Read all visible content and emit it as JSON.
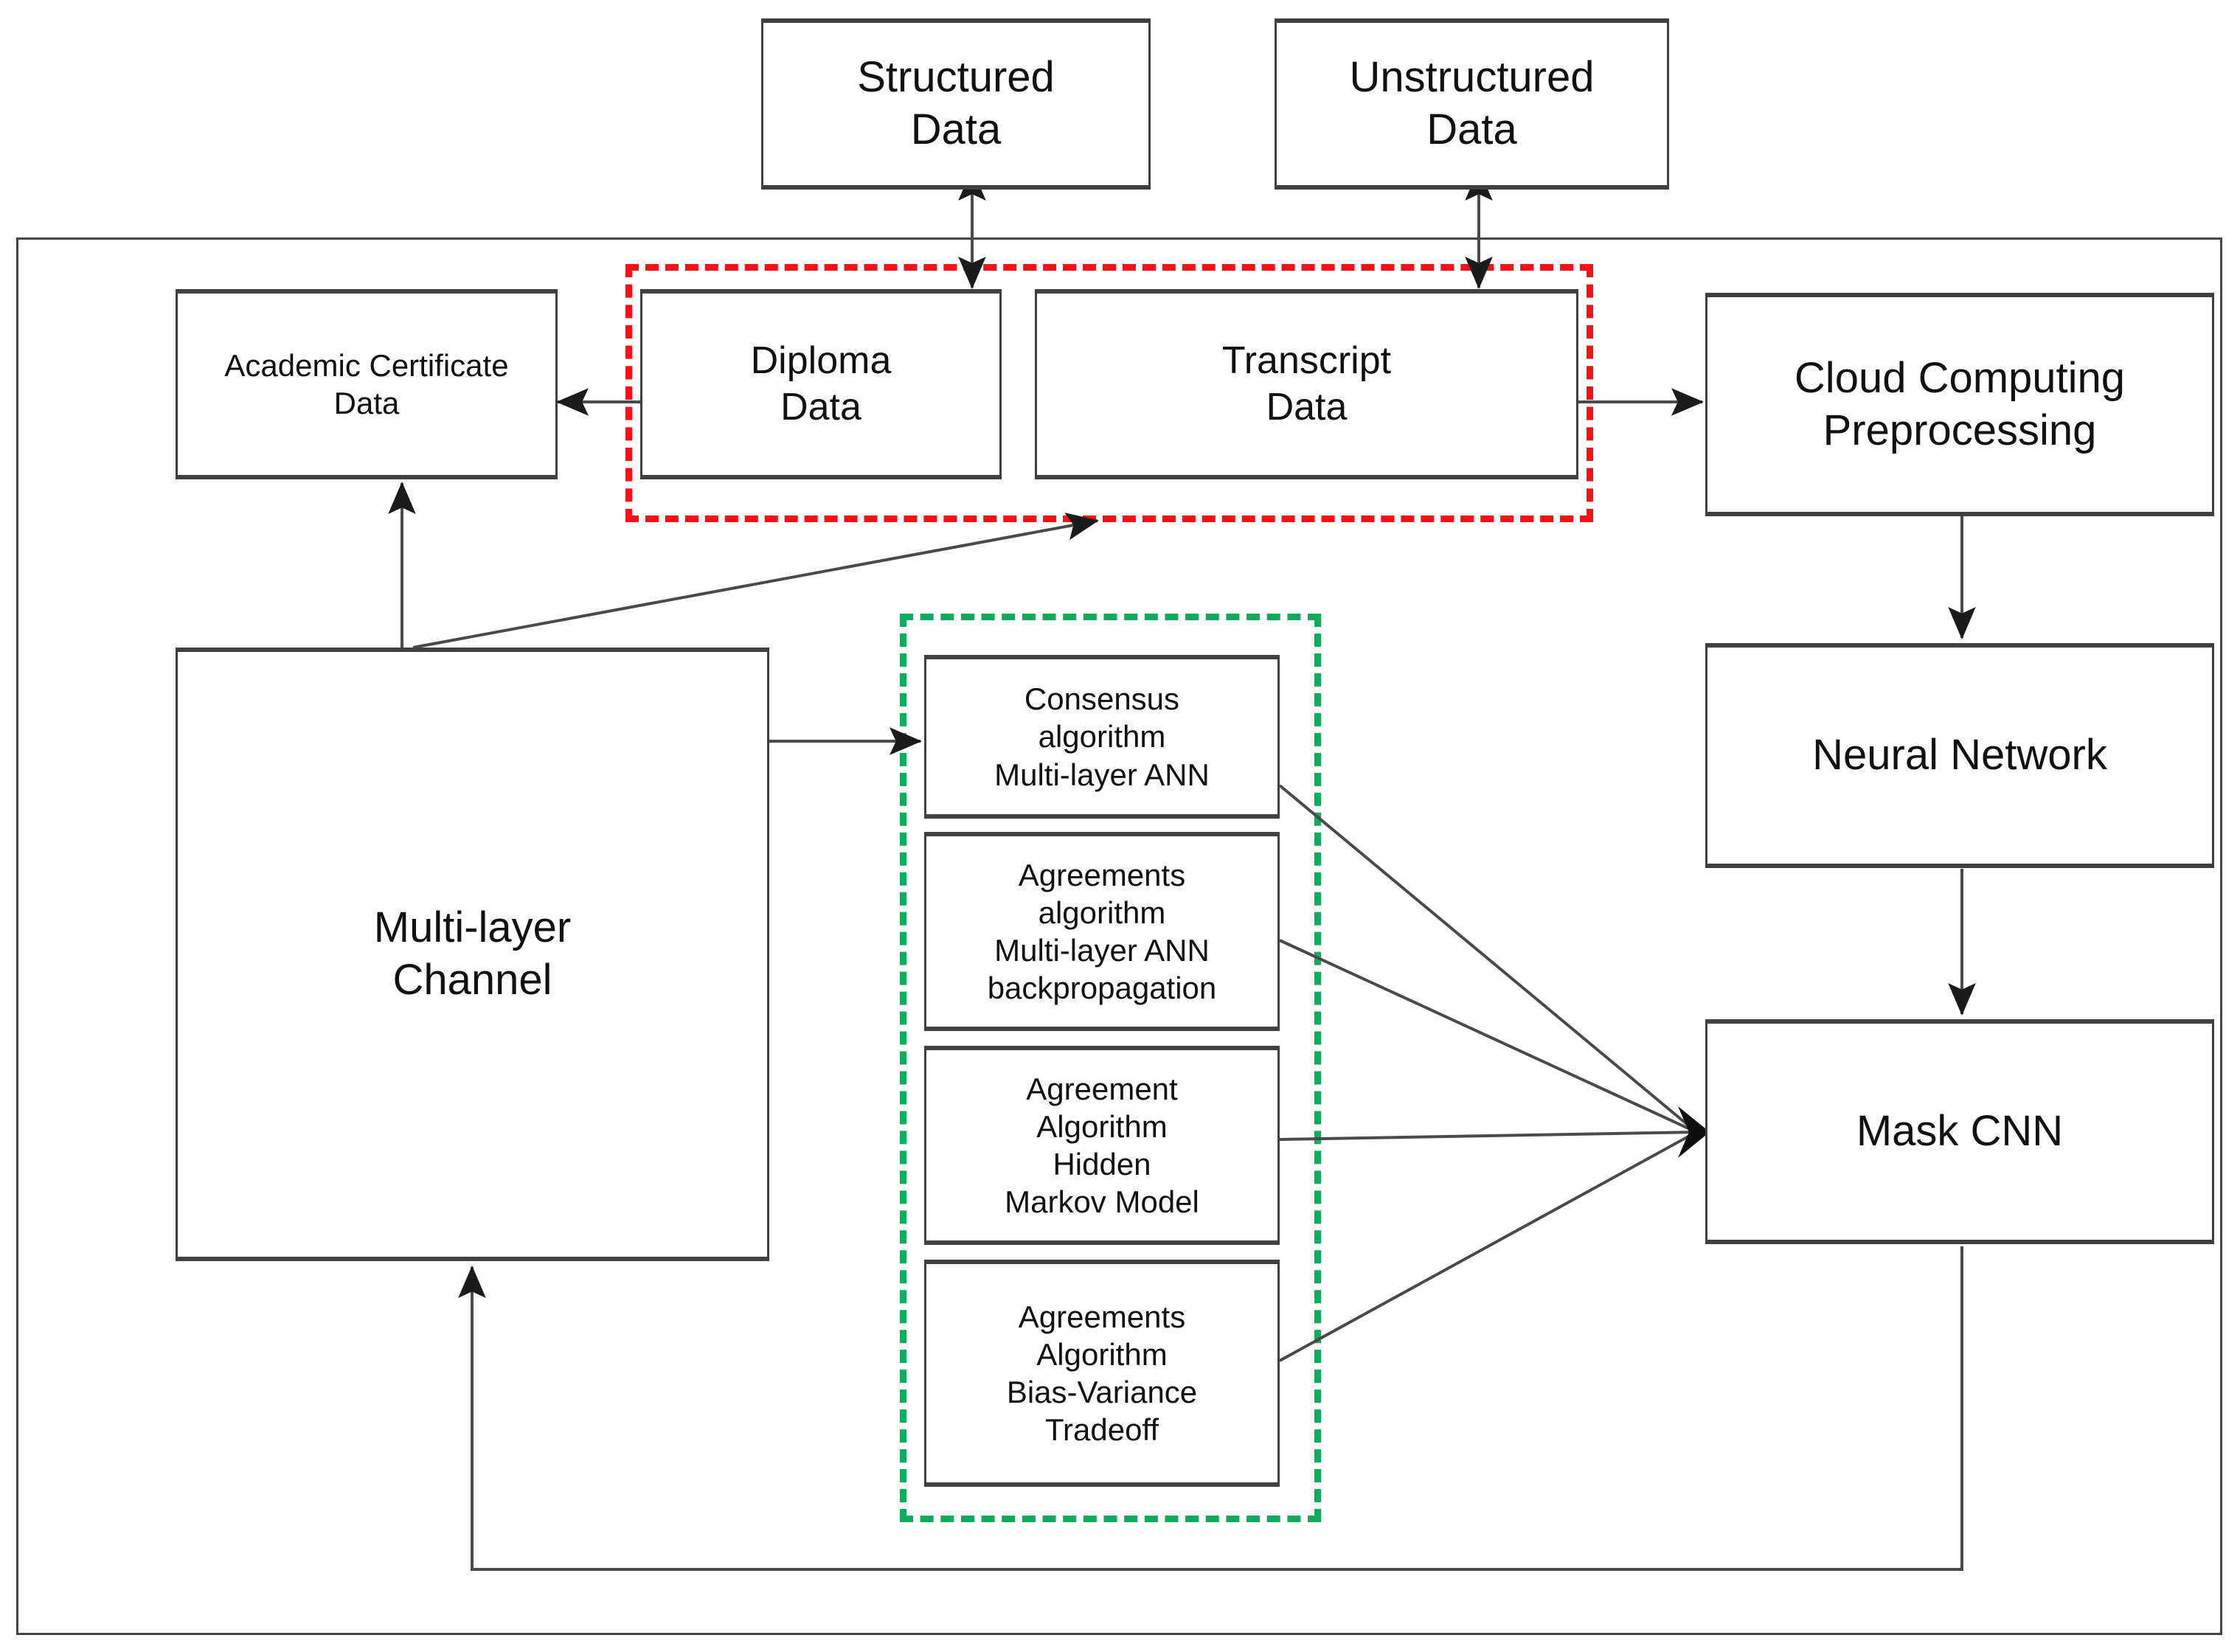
{
  "diagram": {
    "title": "Multi-layer blockchain / neural-network academic certificate processing architecture",
    "colors": {
      "red_group_border": "#fa0f14",
      "green_group_border": "#10ab5b",
      "node_border": "#404040",
      "frame_border": "#454545",
      "connector": "#3a3a3a",
      "background": "#ffffff"
    }
  },
  "nodes": {
    "structured_data": {
      "label": "Structured\nData"
    },
    "unstructured_data": {
      "label": "Unstructured\nData"
    },
    "academic_certificate_data": {
      "label": "Academic Certificate\nData"
    },
    "diploma_data": {
      "label": "Diploma\nData"
    },
    "transcript_data": {
      "label": "Transcript\nData"
    },
    "cloud_computing_preprocessing": {
      "label": "Cloud Computing\nPreprocessing"
    },
    "multi_layer_channel": {
      "label": "Multi-layer\nChannel"
    },
    "neural_network": {
      "label": "Neural Network"
    },
    "mask_cnn": {
      "label": "Mask CNN"
    },
    "consensus_algorithm": {
      "label": "Consensus\nalgorithm\nMulti-layer ANN"
    },
    "agreements_algorithm_backprop": {
      "label": "Agreements\nalgorithm\nMulti-layer ANN\nbackpropagation"
    },
    "agreement_algorithm_hmm": {
      "label": "Agreement\nAlgorithm\nHidden\nMarkov Model"
    },
    "agreements_algorithm_bias_variance": {
      "label": "Agreements\nAlgorithm\nBias-Variance\nTradeoff"
    }
  },
  "groups": {
    "red_group": {
      "label": "",
      "style": "dashed-red"
    },
    "green_group": {
      "label": "",
      "style": "dashed-green"
    }
  },
  "edges": [
    {
      "from": "diploma_data",
      "to": "structured_data",
      "type": "double-arrow"
    },
    {
      "from": "transcript_data",
      "to": "unstructured_data",
      "type": "double-arrow"
    },
    {
      "from": "diploma_data",
      "to": "academic_certificate_data",
      "type": "arrow"
    },
    {
      "from": "transcript_data",
      "to": "cloud_computing_preprocessing",
      "type": "arrow"
    },
    {
      "from": "cloud_computing_preprocessing",
      "to": "neural_network",
      "type": "arrow"
    },
    {
      "from": "neural_network",
      "to": "mask_cnn",
      "type": "arrow"
    },
    {
      "from": "multi_layer_channel",
      "to": "academic_certificate_data",
      "type": "arrow"
    },
    {
      "from": "multi_layer_channel",
      "to": "red_group",
      "type": "arrow"
    },
    {
      "from": "multi_layer_channel",
      "to": "consensus_algorithm",
      "type": "arrow"
    },
    {
      "from": "consensus_algorithm",
      "to": "mask_cnn",
      "type": "line"
    },
    {
      "from": "agreements_algorithm_backprop",
      "to": "mask_cnn",
      "type": "line"
    },
    {
      "from": "agreement_algorithm_hmm",
      "to": "mask_cnn",
      "type": "line"
    },
    {
      "from": "agreements_algorithm_bias_variance",
      "to": "mask_cnn",
      "type": "line"
    },
    {
      "from": "mask_cnn",
      "to": "multi_layer_channel",
      "type": "arrow-feedback"
    }
  ]
}
